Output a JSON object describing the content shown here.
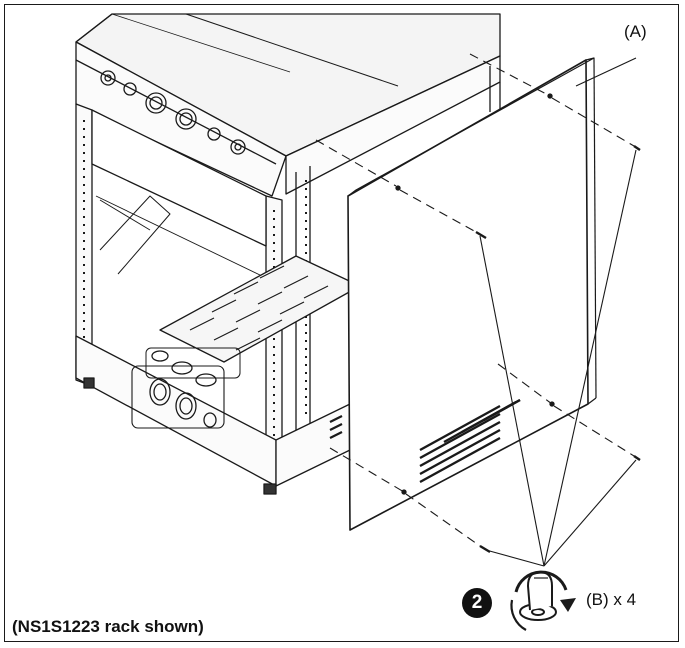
{
  "callouts": {
    "panel_label": "(A)",
    "screw_label": "(B) x 4"
  },
  "step_number": "2",
  "caption": "(NS1S1223 rack shown)",
  "icons": {
    "rotation": "clockwise-rotation-arrow-icon",
    "screw": "thumb-screw-icon"
  }
}
